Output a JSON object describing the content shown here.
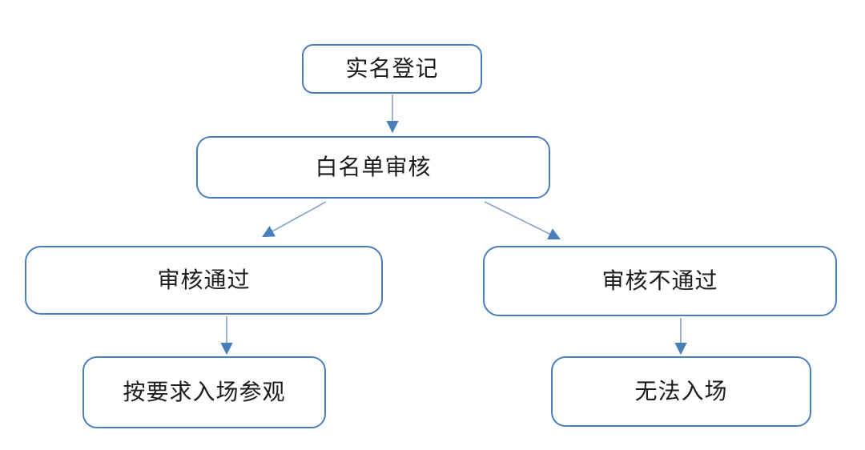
{
  "diagram": {
    "type": "flowchart",
    "background_color": "#ffffff",
    "colors": {
      "node_border": "#4a7ebb",
      "node_fill": "#ffffff",
      "node_text": "#1c1c1c",
      "arrow_line": "#8ba6c7",
      "arrow_head": "#4a7ebb"
    },
    "nodes": [
      {
        "id": "register",
        "label": "实名登记"
      },
      {
        "id": "whitelist-review",
        "label": "白名单审核"
      },
      {
        "id": "approved",
        "label": "审核通过"
      },
      {
        "id": "rejected",
        "label": "审核不通过"
      },
      {
        "id": "enter-visit",
        "label": "按要求入场参观"
      },
      {
        "id": "no-entry",
        "label": "无法入场"
      }
    ],
    "edges": [
      {
        "from": "register",
        "to": "whitelist-review"
      },
      {
        "from": "whitelist-review",
        "to": "approved"
      },
      {
        "from": "whitelist-review",
        "to": "rejected"
      },
      {
        "from": "approved",
        "to": "enter-visit"
      },
      {
        "from": "rejected",
        "to": "no-entry"
      }
    ]
  }
}
